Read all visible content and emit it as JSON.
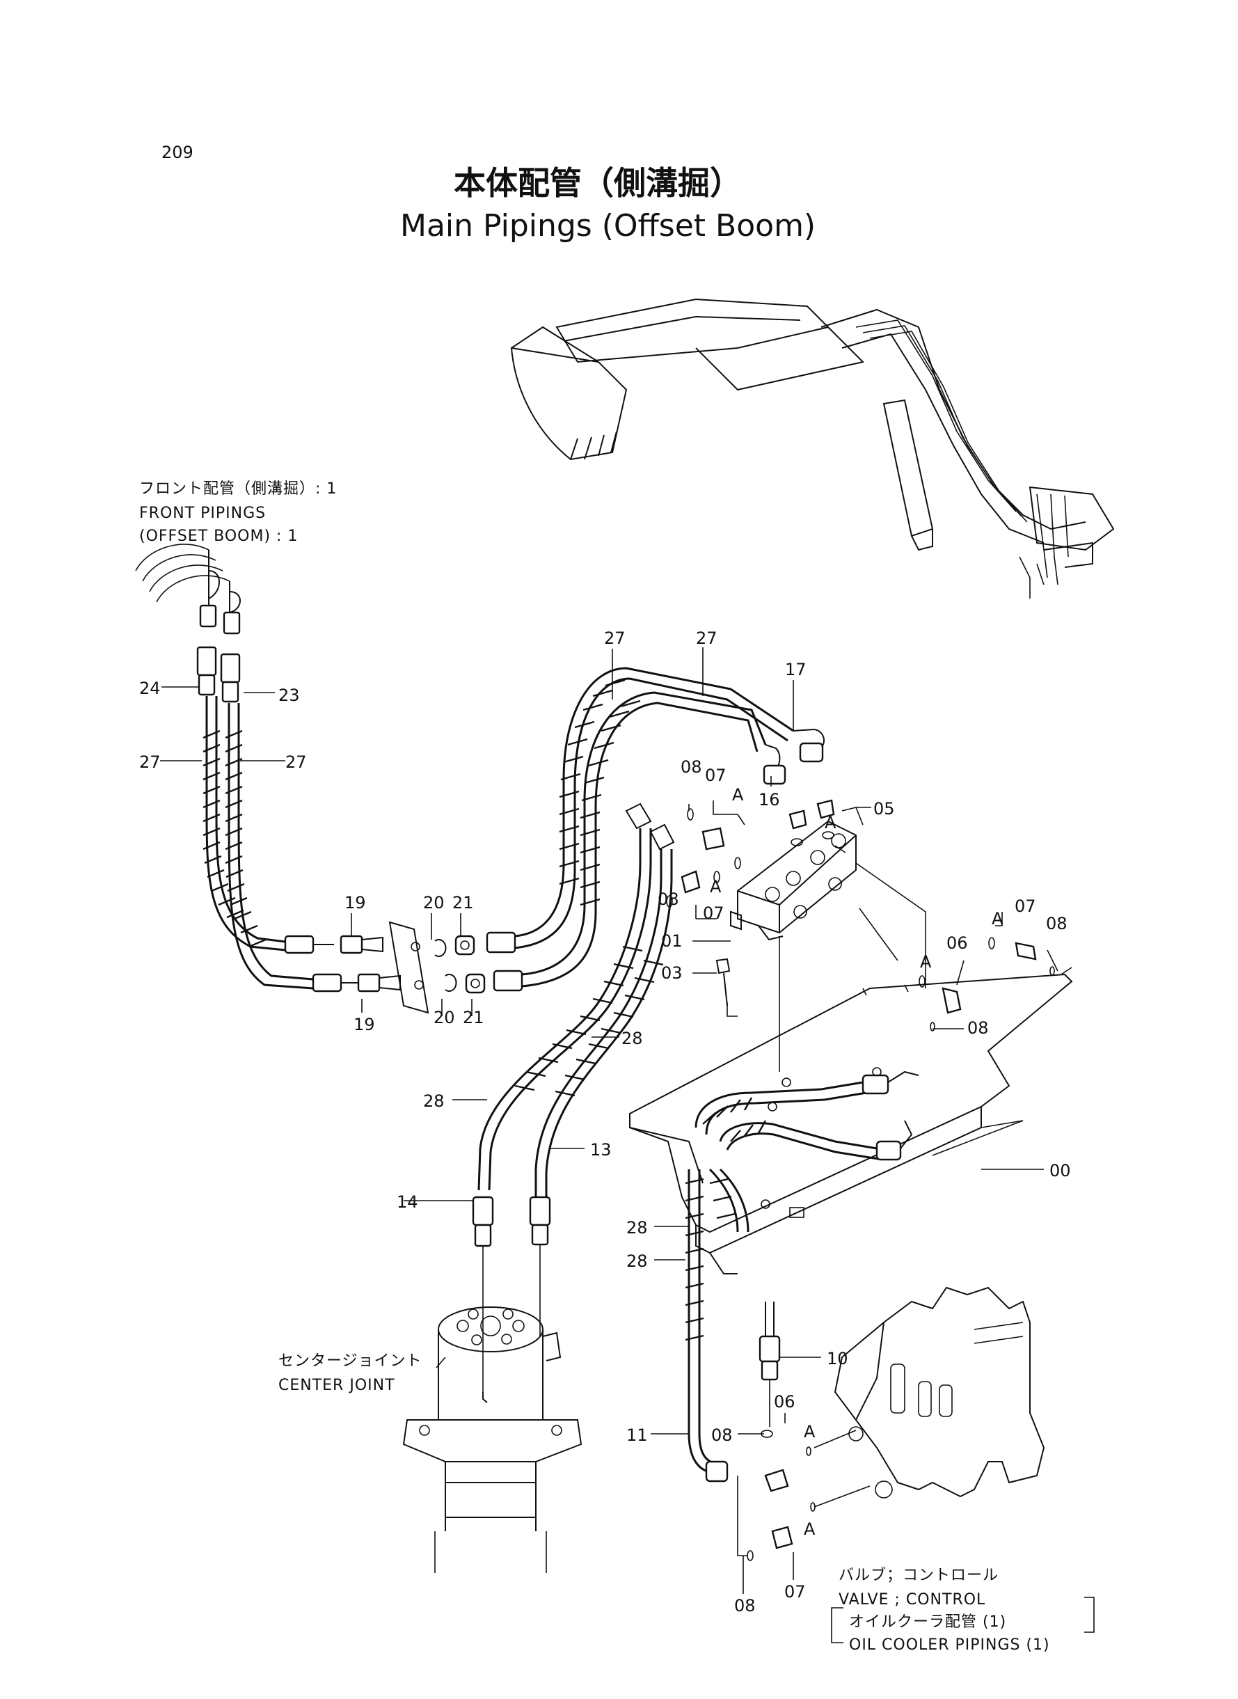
{
  "page": {
    "number": "209",
    "title_jp": "本体配管（側溝掘）",
    "title_en": "Main Pipings (Offset Boom)"
  },
  "captions": {
    "front_pipings_jp": "フロント配管（側溝掘）: 1",
    "front_pipings_en_1": "FRONT PIPINGS",
    "front_pipings_en_2": "(OFFSET BOOM) : 1",
    "center_joint_jp": "センタージョイント",
    "center_joint_en": "CENTER JOINT",
    "valve_jp": "バルブ；コントロール",
    "valve_en": "VALVE ; CONTROL",
    "oil_cooler_jp": "オイルクーラ配管 (1)",
    "oil_cooler_en": "OIL COOLER PIPINGS (1)"
  },
  "part_labels": [
    {
      "id": "p24",
      "text": "24"
    },
    {
      "id": "p23",
      "text": "23"
    },
    {
      "id": "p27a",
      "text": "27"
    },
    {
      "id": "p27b",
      "text": "27"
    },
    {
      "id": "p27c",
      "text": "27"
    },
    {
      "id": "p27d",
      "text": "27"
    },
    {
      "id": "p17",
      "text": "17"
    },
    {
      "id": "p16",
      "text": "16"
    },
    {
      "id": "p08a",
      "text": "08"
    },
    {
      "id": "p07a",
      "text": "07"
    },
    {
      "id": "pAa",
      "text": "A"
    },
    {
      "id": "pAb",
      "text": "A"
    },
    {
      "id": "p05",
      "text": "05"
    },
    {
      "id": "p08b",
      "text": "08"
    },
    {
      "id": "p07b",
      "text": "07"
    },
    {
      "id": "pAc",
      "text": "A"
    },
    {
      "id": "p19a",
      "text": "19"
    },
    {
      "id": "p20a",
      "text": "20"
    },
    {
      "id": "p21a",
      "text": "21"
    },
    {
      "id": "p19b",
      "text": "19"
    },
    {
      "id": "p20b",
      "text": "20"
    },
    {
      "id": "p21b",
      "text": "21"
    },
    {
      "id": "p01",
      "text": "01"
    },
    {
      "id": "p03",
      "text": "03"
    },
    {
      "id": "p07c",
      "text": "07"
    },
    {
      "id": "pAd",
      "text": "A"
    },
    {
      "id": "p08c",
      "text": "08"
    },
    {
      "id": "p06a",
      "text": "06"
    },
    {
      "id": "pAe",
      "text": "A"
    },
    {
      "id": "p08d",
      "text": "08"
    },
    {
      "id": "p28a",
      "text": "28"
    },
    {
      "id": "p28b",
      "text": "28"
    },
    {
      "id": "p13",
      "text": "13"
    },
    {
      "id": "p00",
      "text": "00"
    },
    {
      "id": "p14",
      "text": "14"
    },
    {
      "id": "p28c",
      "text": "28"
    },
    {
      "id": "p28d",
      "text": "28"
    },
    {
      "id": "p10",
      "text": "10"
    },
    {
      "id": "p06b",
      "text": "06"
    },
    {
      "id": "pAf",
      "text": "A"
    },
    {
      "id": "p11",
      "text": "11"
    },
    {
      "id": "p08e",
      "text": "08"
    },
    {
      "id": "pAg",
      "text": "A"
    },
    {
      "id": "p07d",
      "text": "07"
    },
    {
      "id": "p08f",
      "text": "08"
    }
  ]
}
